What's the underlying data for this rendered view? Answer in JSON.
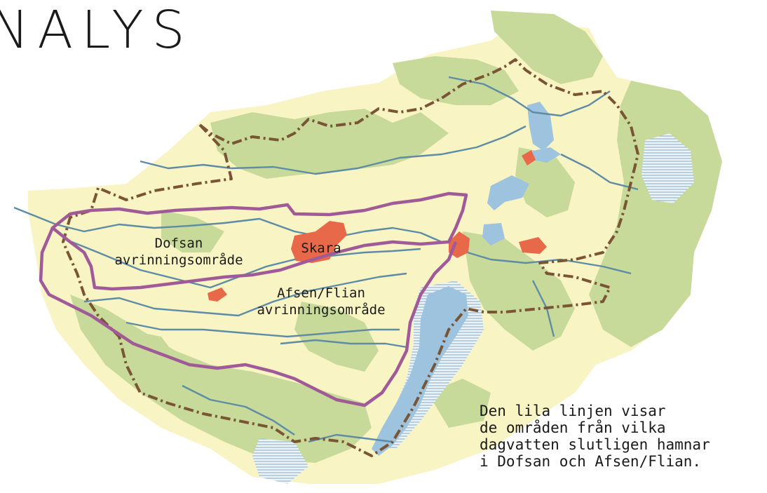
{
  "header": {
    "title": "NALYS"
  },
  "map": {
    "labels": {
      "dofsan_line1": "Dofsan",
      "dofsan_line2": "avrinningsområde",
      "skara": "Skara",
      "afsen_line1": "Afsen/Flian",
      "afsen_line2": "avrinningsområde"
    },
    "colors": {
      "outer_region": "#f9f4c4",
      "vegetation": "#c8da9a",
      "water": "#9ec3df",
      "rivers": "#5e8ca5",
      "urban": "#e8684a",
      "catchment_line": "#a05a98",
      "municipal_border": "#7a5535"
    }
  },
  "caption": {
    "lines": [
      "Den lila linjen visar",
      "de områden från vilka",
      "dagvatten slutligen hamnar",
      "i Dofsan och Afsen/Flian."
    ]
  }
}
